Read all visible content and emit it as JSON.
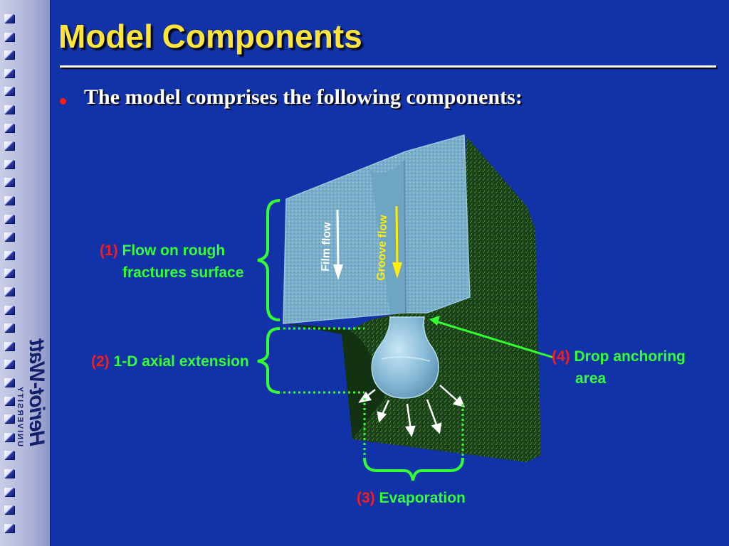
{
  "slide": {
    "title": "Model Components",
    "bullet": "The model comprises the following components:"
  },
  "logo": {
    "name": "Heriot-Watt",
    "subtitle": "UNIVERSITY"
  },
  "figure": {
    "film_flow": "Film flow",
    "groove_flow": "Groove flow"
  },
  "labels": {
    "item1_num": "(1)",
    "item1_line1": "Flow on rough",
    "item1_line2": "fractures surface",
    "item2_num": "(2)",
    "item2_text": "1-D axial extension",
    "item3_num": "(3)",
    "item3_text": "Evaporation",
    "item4_num": "(4)",
    "item4_line1": "Drop anchoring",
    "item4_line2": "area"
  },
  "colors": {
    "background": "#1233a8",
    "title": "#ffe43a",
    "label_text": "#33ff33",
    "label_number": "#ff1a1a",
    "bullet": "#ff1a1a",
    "rock": "#1f4a1f",
    "fracture_surface": "#7fb0cc",
    "groove_arrow": "#ffee00"
  }
}
